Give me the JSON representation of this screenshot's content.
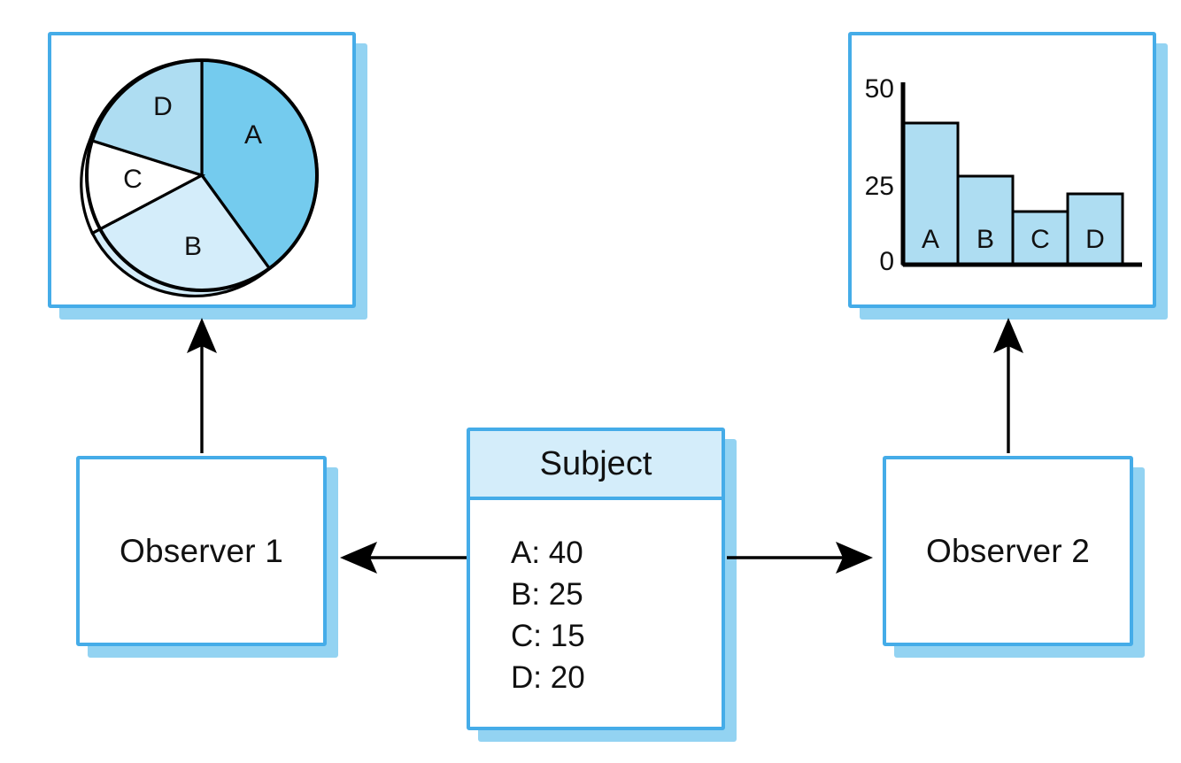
{
  "diagram": {
    "title_hidden": "",
    "colors": {
      "border_blue": "#45ACE8",
      "shadow_blue": "#93d3f2",
      "header_fill": "#D4EDFA",
      "slice_a": "#74CBEE",
      "slice_b": "#D4EDFA",
      "slice_c": "#FFFFFF",
      "slice_d": "#AEDDF2",
      "bar_fill": "#AEDDF2",
      "stroke_black": "#000000",
      "canvas": "#FFFFFF"
    }
  },
  "subject": {
    "header_label": "Subject",
    "rows": [
      {
        "label": "A",
        "text": "A: 40"
      },
      {
        "label": "B",
        "text": "B: 25"
      },
      {
        "label": "C",
        "text": "C: 15"
      },
      {
        "label": "D",
        "text": "D: 20"
      }
    ]
  },
  "observers": [
    {
      "id": "observer-1",
      "label": "Observer 1"
    },
    {
      "id": "observer-2",
      "label": "Observer 2"
    }
  ],
  "arrows": [
    {
      "name": "subject-to-observer-1",
      "direction": "left"
    },
    {
      "name": "subject-to-observer-2",
      "direction": "right"
    },
    {
      "name": "observer-1-to-pie-chart",
      "direction": "up"
    },
    {
      "name": "observer-2-to-bar-chart",
      "direction": "up"
    }
  ],
  "chart_data": [
    {
      "type": "pie",
      "name": "observer-1-pie-chart",
      "title": "",
      "categories": [
        "A",
        "B",
        "C",
        "D"
      ],
      "values": [
        40,
        25,
        15,
        20
      ],
      "labels": [
        "A",
        "B",
        "C",
        "D"
      ],
      "slice_colors": [
        "#74CBEE",
        "#D4EDFA",
        "#FFFFFF",
        "#AEDDF2"
      ],
      "start_angle_deg": 0,
      "direction": "clockwise",
      "legend": "none",
      "grid": false
    },
    {
      "type": "bar",
      "name": "observer-2-bar-chart",
      "title": "",
      "categories": [
        "A",
        "B",
        "C",
        "D"
      ],
      "values": [
        40,
        25,
        15,
        20
      ],
      "bar_labels": [
        "A",
        "B",
        "C",
        "D"
      ],
      "xlabel": "",
      "ylabel": "",
      "ylim": [
        0,
        50
      ],
      "yticks": [
        0,
        25,
        50
      ],
      "ytick_labels": [
        "0",
        "25",
        "50"
      ],
      "bar_color": "#AEDDF2",
      "legend": "none",
      "grid": false
    }
  ]
}
